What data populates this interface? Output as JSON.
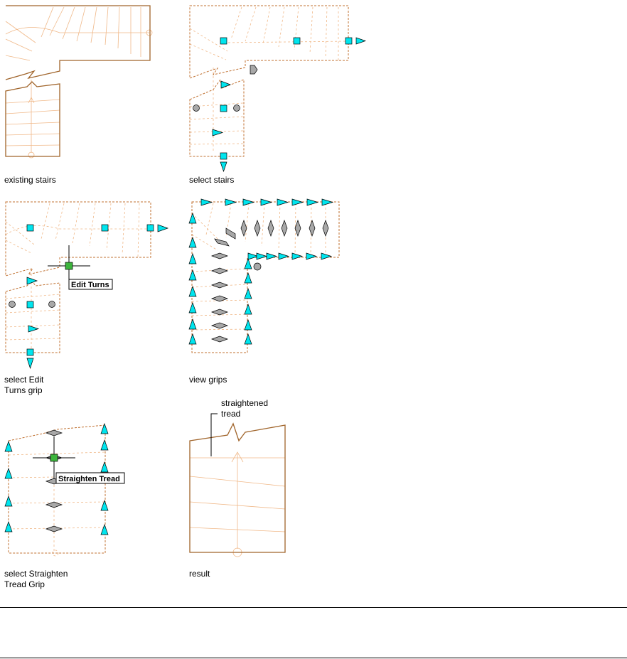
{
  "captions": {
    "existing_stairs": "existing stairs",
    "select_stairs": "select stairs",
    "select_edit_turns": "select Edit\nTurns grip",
    "view_grips": "view grips",
    "select_straighten": "select Straighten\nTread Grip",
    "result": "result"
  },
  "tooltips": {
    "edit_turns": "Edit Turns",
    "straighten_tread": "Straighten Tread"
  },
  "annotation": {
    "straightened_tread": "straightened\ntread"
  },
  "colors": {
    "stair_outline": "#a0642a",
    "tread_line": "#f0b888",
    "grip_cyan": "#00e5ee",
    "grip_gray": "#a8a8a8",
    "grip_green": "#3cb43c"
  }
}
